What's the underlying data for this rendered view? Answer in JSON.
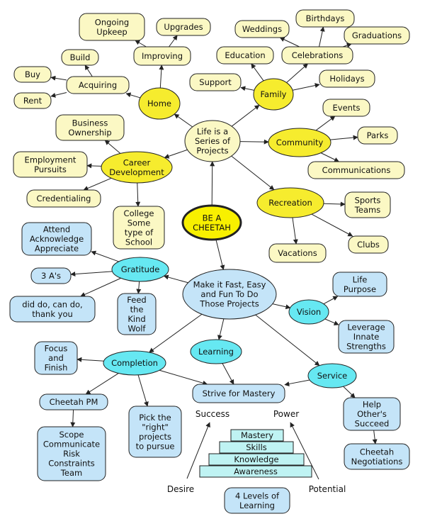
{
  "colors": {
    "yellow_strong": "#f6ec2e",
    "yellow_light": "#fbf8c4",
    "cyan_strong": "#66e8f2",
    "blue_light": "#c4e4f8",
    "center_yellow": "#f8f000",
    "stair_fill": "#bff3f3",
    "line": "#222222"
  },
  "nodes": {
    "life": "Life is a\nSeries of\nProjects",
    "cheetah": "BE A\nCHEETAH",
    "home": "Home",
    "improving": "Improving",
    "ongoing_upkeep": "Ongoing\nUpkeep",
    "upgrades": "Upgrades",
    "acquiring": "Acquiring",
    "build": "Build",
    "buy": "Buy",
    "rent": "Rent",
    "family": "Family",
    "support": "Support",
    "education": "Education",
    "celebrations": "Celebrations",
    "weddings": "Weddings",
    "birthdays": "Birthdays",
    "graduations": "Graduations",
    "holidays": "Holidays",
    "community": "Community",
    "events": "Events",
    "parks": "Parks",
    "communications": "Communications",
    "career": "Career\nDevelopment",
    "business": "Business\nOwnership",
    "employment": "Employment\nPursuits",
    "credentialing": "Credentialing",
    "college": "College\nSome\ntype of\nSchool",
    "recreation": "Recreation",
    "sports": "Sports\nTeams",
    "clubs": "Clubs",
    "vacations": "Vacations",
    "make_it": "Make it Fast, Easy\nand Fun To Do\nThose Projects",
    "gratitude": "Gratitude",
    "attend": "Attend\nAcknowledge\nAppreciate",
    "three_as": "3 A's",
    "did_do": "did do, can do,\nthank you",
    "feed": "Feed\nthe\nKind\nWolf",
    "vision": "Vision",
    "life_purpose": "Life\nPurpose",
    "leverage": "Leverage\nInnate\nStrengths",
    "learning": "Learning",
    "completion": "Completion",
    "focus": "Focus\nand\nFinish",
    "cheetah_pm": "Cheetah PM",
    "scope": "Scope\nCommunicate\nRisk\nConstraints\nTeam",
    "pick": "Pick the\n\"right\"\nprojects\nto pursue",
    "mastery_box": "Strive for Mastery",
    "service": "Service",
    "help": "Help\nOther's\nSucceed",
    "negotiations": "Cheetah\nNegotiations",
    "four_levels": "4 Levels of\nLearning"
  },
  "labels": {
    "success": "Success",
    "power": "Power",
    "desire": "Desire",
    "potential": "Potential"
  },
  "stairs": [
    "Mastery",
    "Skills",
    "Knowledge",
    "Awareness"
  ]
}
